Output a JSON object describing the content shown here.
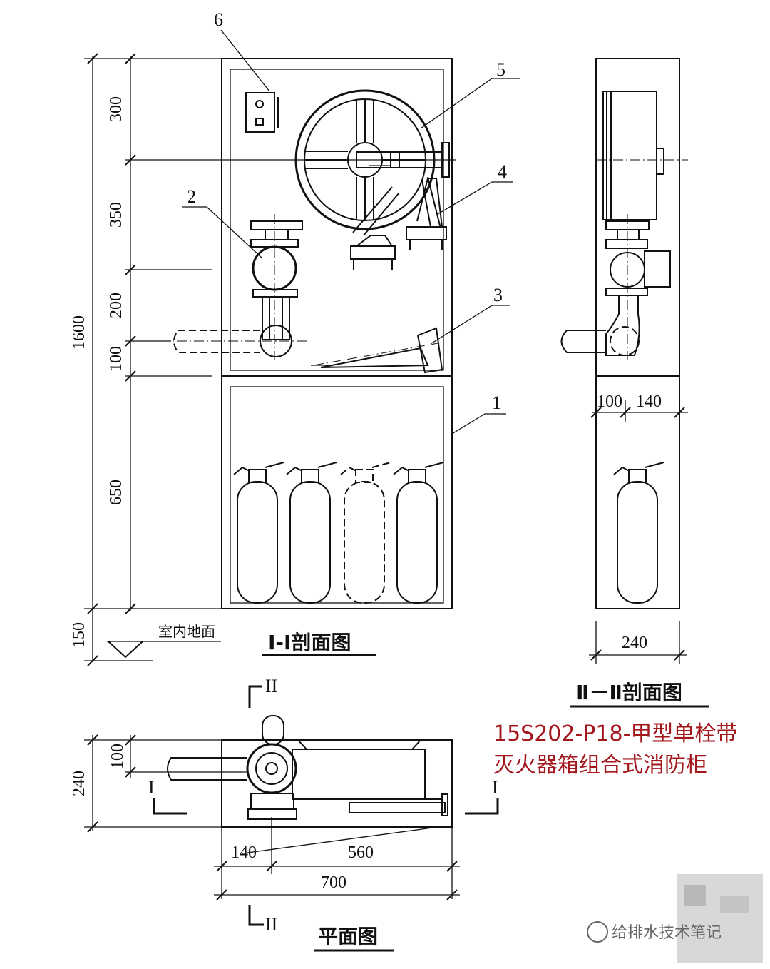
{
  "section_1_1": {
    "title": "I-I剖面图",
    "dims_vertical": [
      "300",
      "350",
      "200",
      "100",
      "650",
      "150"
    ],
    "dim_total": "1600",
    "floor_label": "室内地面",
    "item_numbers": [
      "1",
      "2",
      "3",
      "4",
      "5",
      "6"
    ]
  },
  "section_2_2": {
    "title": "Ⅱ－Ⅱ剖面图",
    "dims_top": [
      "100",
      "140"
    ],
    "dim_width": "240"
  },
  "plan": {
    "title": "平面图",
    "dims_left": [
      "100",
      "240"
    ],
    "dims_bottom": [
      "140",
      "560"
    ],
    "dim_total": "700",
    "cut_marks": [
      "II",
      "II",
      "I",
      "I"
    ]
  },
  "caption": {
    "line1": "15S202-P18-甲型单栓带",
    "line2": "灭火器箱组合式消防柜"
  },
  "watermark": "给排水技术笔记",
  "colors": {
    "caption": "#a3161c",
    "line": "#111111"
  }
}
